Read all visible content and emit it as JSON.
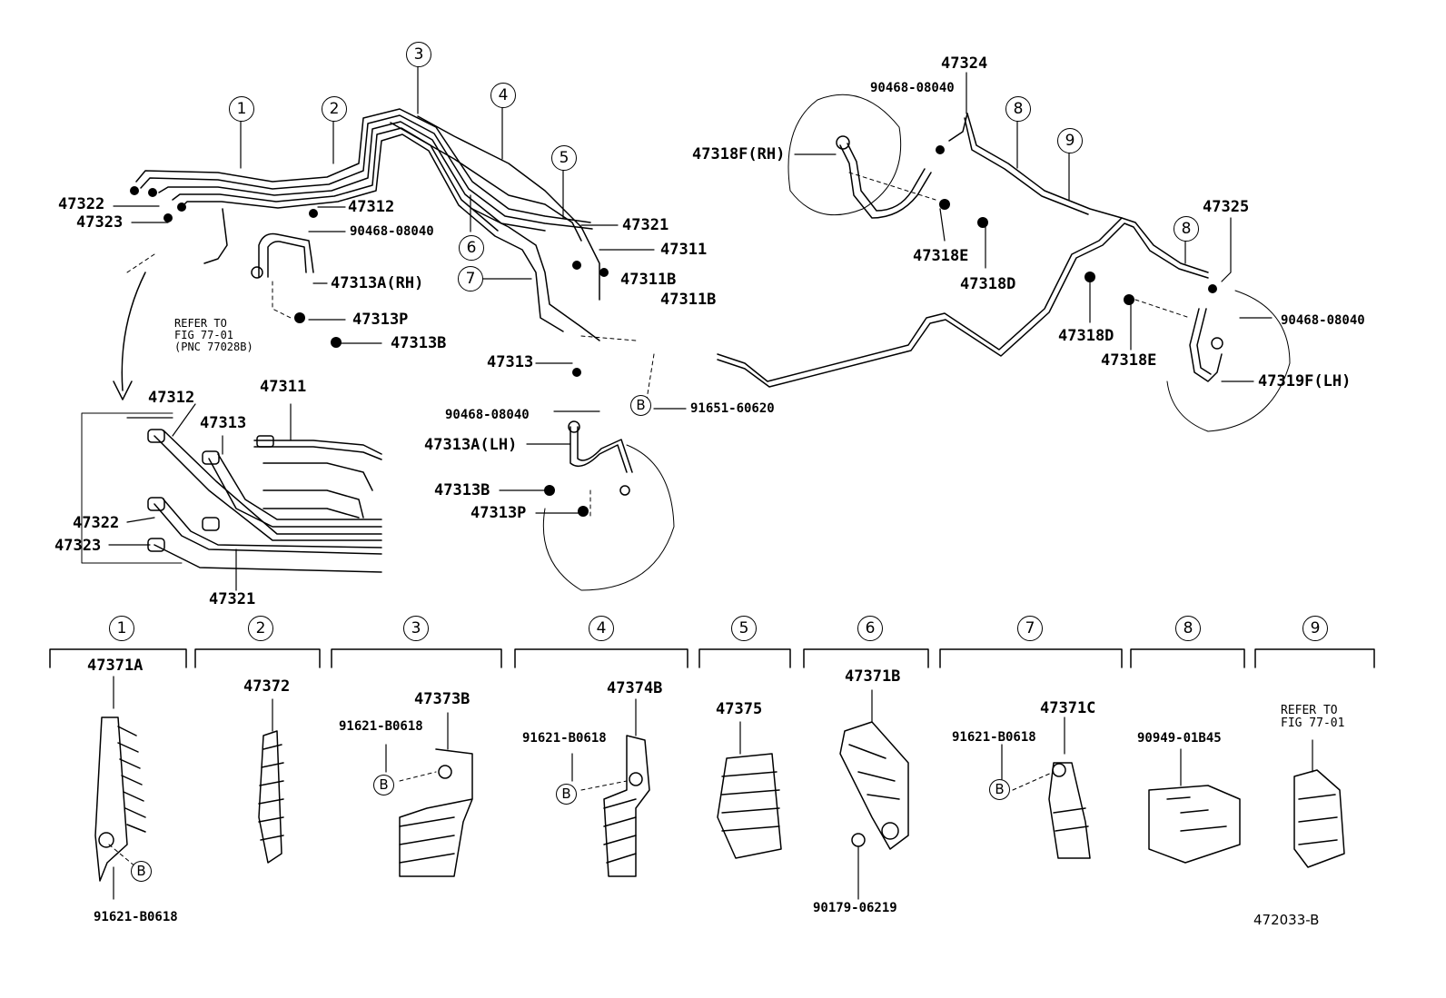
{
  "diagram": {
    "id_code": "472033-B",
    "top_callouts": [
      "1",
      "2",
      "3",
      "4",
      "5",
      "6",
      "7",
      "8",
      "9"
    ],
    "labels": {
      "p47324": "47324",
      "p90468_top": "90468-08040",
      "p47318F_RH": "47318F(RH)",
      "p47318E_left": "47318E",
      "p47318D_left": "47318D",
      "p47325": "47325",
      "p90468_right": "90468-08040",
      "p47318D_right": "47318D",
      "p47318E_right": "47318E",
      "p47319F_LH": "47319F(LH)",
      "p47322": "47322",
      "p47323": "47323",
      "p47312": "47312",
      "p90468_left": "90468-08040",
      "p47313A_RH": "47313A(RH)",
      "p47313P": "47313P",
      "p47313B": "47313B",
      "p47321": "47321",
      "p47311": "47311",
      "p47311B_a": "47311B",
      "p47311B_b": "47311B",
      "p47313": "47313",
      "p91651": "91651-60620",
      "p90468_mid": "90468-08040",
      "p47313A_LH": "47313A(LH)",
      "p47313B_mid": "47313B",
      "p47313P_mid": "47313P",
      "inset_47312": "47312",
      "inset_47311": "47311",
      "inset_47313": "47313",
      "inset_47322": "47322",
      "inset_47323": "47323",
      "inset_47321": "47321"
    },
    "refer_note": [
      "REFER TO",
      "FIG 77-01",
      "(PNC 77028B)"
    ],
    "b_marker": "B",
    "bottom_groups": [
      {
        "callout": "1",
        "part": "47371A",
        "extra": "91621-B0618"
      },
      {
        "callout": "2",
        "part": "47372",
        "extra": ""
      },
      {
        "callout": "3",
        "part": "47373B",
        "extra": "91621-B0618"
      },
      {
        "callout": "4",
        "part": "47374B",
        "extra": "91621-B0618"
      },
      {
        "callout": "5",
        "part": "47375",
        "extra": ""
      },
      {
        "callout": "6",
        "part": "47371B",
        "extra": "90179-06219"
      },
      {
        "callout": "7",
        "part": "47371C",
        "extra": "91621-B0618"
      },
      {
        "callout": "8",
        "part": "90949-01B45",
        "extra": ""
      },
      {
        "callout": "9",
        "part": "",
        "extra": "REFER TO\nFIG 77-01"
      }
    ]
  }
}
